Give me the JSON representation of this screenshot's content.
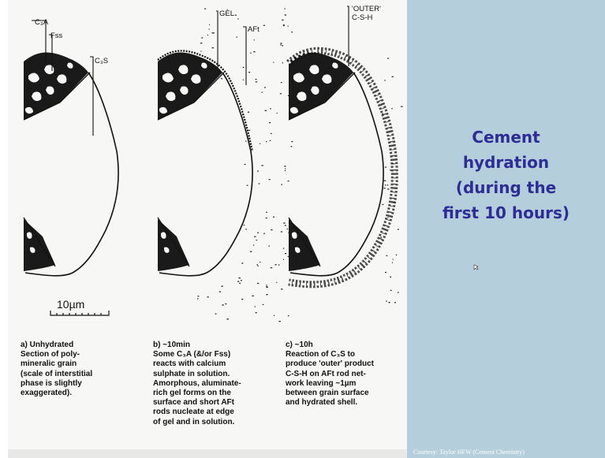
{
  "figure": {
    "labels": {
      "c3a": "C₃A",
      "fss": "Fss",
      "c3s": "C₃S",
      "gel": "GEL",
      "aft": "AFt",
      "outer_csh": "'OUTER'\nC-S-H"
    },
    "scale_bar": "10µm",
    "captions": {
      "a": "a) Unhydrated\n    Section of poly-\nmineralic grain\n(scale of interstitial\nphase is slightly\nexaggerated).",
      "b": "b) ~10min\n    Some C₃A (&/or Fss)\nreacts with calcium\nsulphate in solution.\nAmorphous, aluminate-\nrich gel forms on the\nsurface and short AFt\nrods nucleate at edge\nof gel and in solution.",
      "c": "c) ~10h\n    Reaction of C₃S to\nproduce 'outer' product\nC-S-H on AFt rod net-\nwork leaving ~1µm\nbetween grain surface\nand hydrated shell."
    }
  },
  "side": {
    "title": "Cement\nhydration\n(during the\nfirst 10 hours)",
    "courtesy": "Courtesy: Taylor HFW (Cement Chemistry)",
    "title_color": "#2e2d96",
    "background": "#b5cedb"
  }
}
